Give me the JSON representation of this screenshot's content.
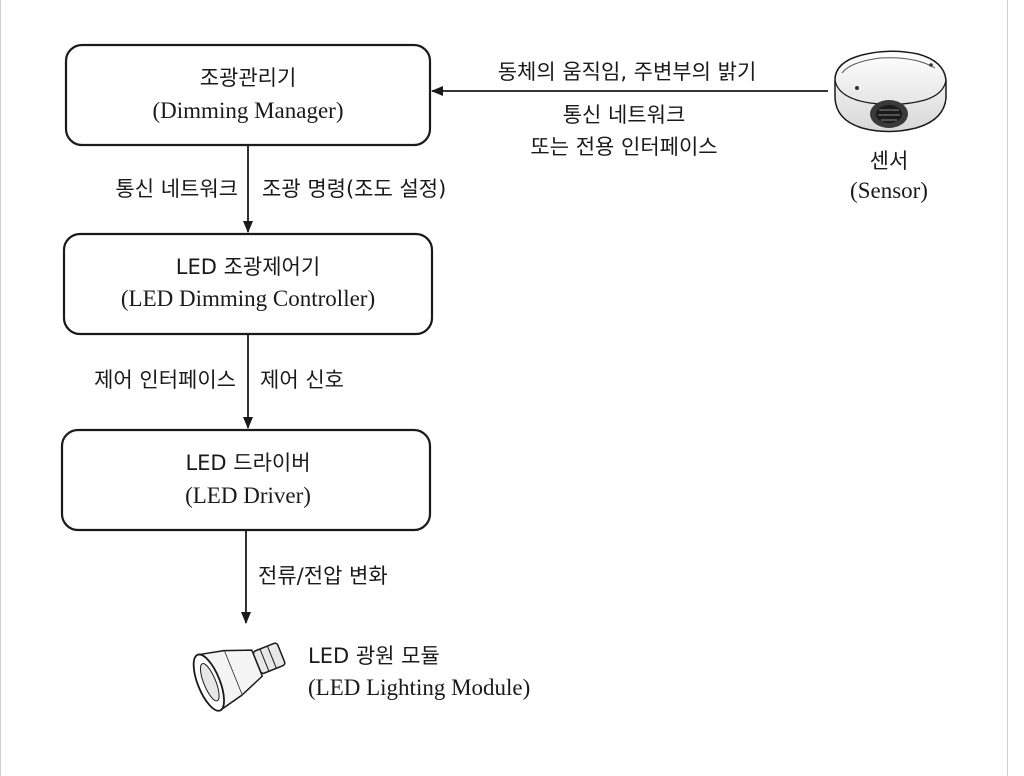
{
  "boxes": {
    "dimming_manager": {
      "ko": "조광관리기",
      "en": "(Dimming Manager)"
    },
    "led_dimming_controller": {
      "ko": "LED 조광제어기",
      "en": "(LED Dimming Controller)"
    },
    "led_driver": {
      "ko": "LED 드라이버",
      "en": "(LED Driver)"
    }
  },
  "sensor": {
    "ko": "센서",
    "en": "(Sensor)",
    "icon": "sensor-icon"
  },
  "led_module": {
    "ko": "LED 광원 모듈",
    "en": "(LED Lighting Module)",
    "icon": "led-lamp-icon"
  },
  "labels": {
    "sensor_above": "동체의 움직임, 주변부의 밝기",
    "sensor_below_1": "통신 네트워크",
    "sensor_below_2": "또는 전용 인터페이스",
    "arrow1_left": "통신 네트워크",
    "arrow1_right": "조광 명령(조도 설정)",
    "arrow2_left": "제어 인터페이스",
    "arrow2_right": "제어 신호",
    "arrow3_right": "전류/전압 변화"
  }
}
